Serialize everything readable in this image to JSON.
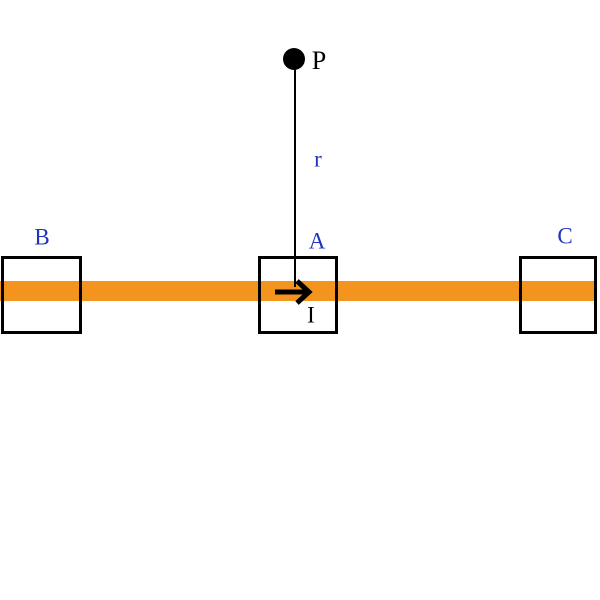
{
  "diagram": {
    "title_hidden": "",
    "point_label": "P",
    "distance_label": "r",
    "current_label": "I",
    "loop_a_label": "A",
    "loop_b_label": "B",
    "loop_c_label": "C"
  },
  "colors": {
    "wire_orange": "#F3941E",
    "label_blue": "#2233BB",
    "ink_black": "#000000",
    "background": "#FFFFFF"
  }
}
